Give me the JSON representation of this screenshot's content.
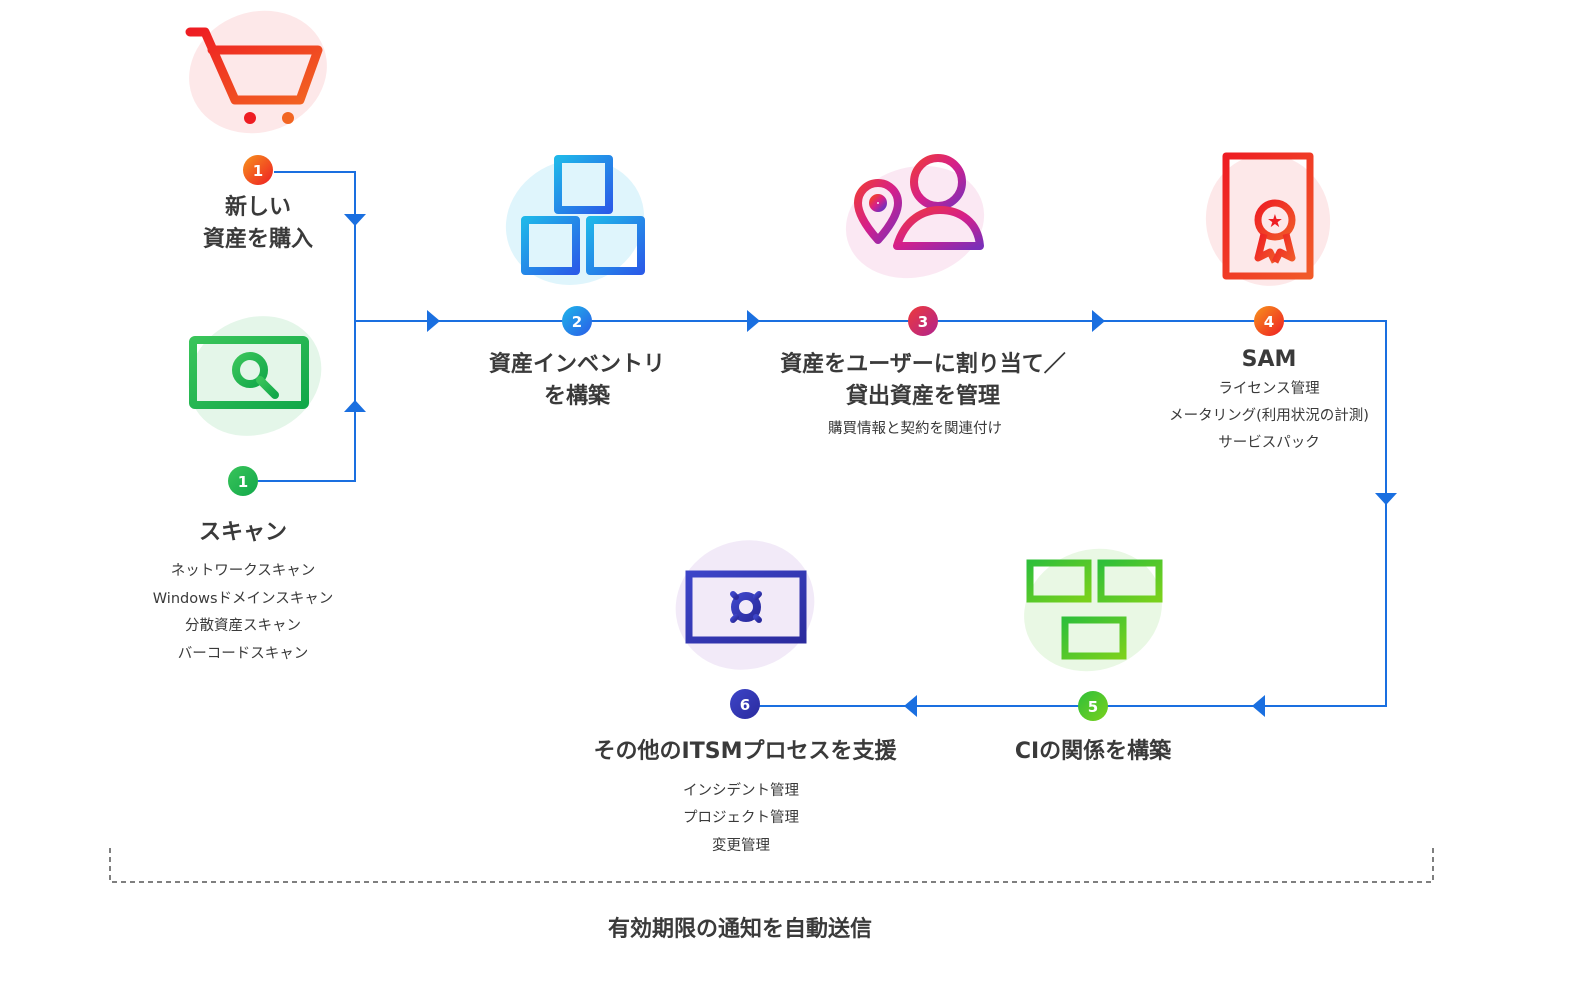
{
  "colors": {
    "flow_line": "#1a6fe0",
    "red": "#ee1d23",
    "orange": "#f7941d",
    "green": "#1fb14b",
    "blue": "#2a5ce8",
    "cyan": "#1fb6e9",
    "magenta": "#d51f8b",
    "purple": "#7b2fb8",
    "navy": "#2b2b9e",
    "lime": "#4cc41e"
  },
  "steps": {
    "purchase": {
      "number": "1",
      "icon": "shopping-cart-icon",
      "title_line1": "新しい",
      "title_line2": "資産を購入"
    },
    "scan": {
      "number": "1",
      "icon": "monitor-search-icon",
      "title": "スキャン",
      "items": [
        "ネットワークスキャン",
        "Windowsドメインスキャン",
        "分散資産スキャン",
        "バーコードスキャン"
      ]
    },
    "inventory": {
      "number": "2",
      "icon": "boxes-icon",
      "title_line1": "資産インベントリ",
      "title_line2": "を構築"
    },
    "assign": {
      "number": "3",
      "icon": "user-location-icon",
      "title_line1": "資産をユーザーに割り当て／",
      "title_line2": "貸出資産を管理",
      "items": [
        "購買情報と契約を関連付け"
      ]
    },
    "sam": {
      "number": "4",
      "icon": "certificate-icon",
      "title": "SAM",
      "items": [
        "ライセンス管理",
        "メータリング(利用状況の計測)",
        "サービスパック"
      ]
    },
    "ci": {
      "number": "5",
      "icon": "network-monitors-icon",
      "title": "CIの関係を構築"
    },
    "itsm": {
      "number": "6",
      "icon": "monitor-gear-icon",
      "title": "その他のITSMプロセスを支援",
      "items": [
        "インシデント管理",
        "プロジェクト管理",
        "変更管理"
      ]
    }
  },
  "footer": {
    "label": "有効期限の通知を自動送信"
  }
}
